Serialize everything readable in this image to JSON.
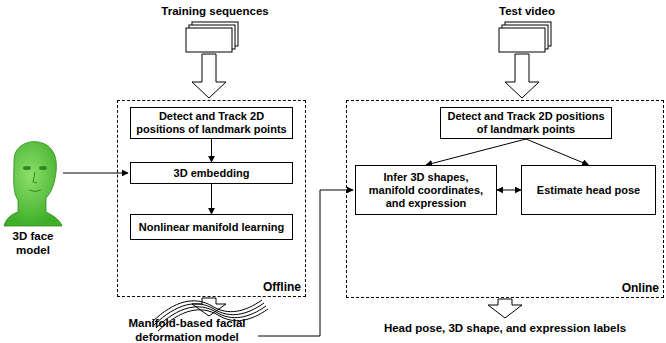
{
  "diagram": {
    "nodes": [
      {
        "text": [
          "Offline"
        ]
      },
      {
        "text": [
          "Detect and Track 2D positions of landmark points"
        ],
        "in": 0
      },
      {
        "text": [
          "3D embedding"
        ],
        "in": 0
      },
      {
        "text": [
          "Nonlinear manifold learning"
        ],
        "in": 0
      },
      {
        "text": [
          "Online"
        ]
      },
      {
        "text": [
          "Detect and Track 2D positions of landmark points"
        ],
        "in": 4
      },
      {
        "text": [
          "Infer 3D shapes, manifold coordinates, and expression"
        ],
        "in": 4
      },
      {
        "text": [
          "Estimate head pose"
        ],
        "in": 4
      }
    ],
    "edges": [
      {
        "from": 1,
        "to": 2,
        "arrow": "to"
      },
      {
        "from": 2,
        "to": 3,
        "arrow": "to"
      },
      {
        "from": 5,
        "to": 6,
        "arrow": "to"
      },
      {
        "from": 5,
        "to": 7,
        "arrow": "to"
      },
      {
        "from": 6,
        "to": 7,
        "arrow": "both"
      }
    ],
    "labels": [
      "Training sequences",
      "Test video",
      "3D face model",
      "Manifold-based facial deformation model",
      "Head pose, 3D shape, and expression labels"
    ]
  }
}
